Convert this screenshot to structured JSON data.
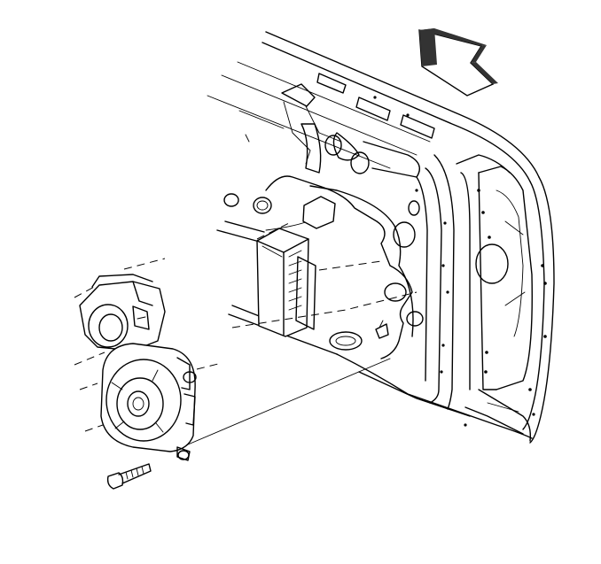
{
  "diagram": {
    "kind": "exploded-view",
    "components": [
      "door-inner-panel",
      "control-module",
      "speaker-assembly",
      "screw"
    ],
    "direction_arrow": "front-of-vehicle-arrow",
    "colors": {
      "line": "#000000",
      "arrow_dark": "#333333",
      "background": "#ffffff"
    }
  }
}
